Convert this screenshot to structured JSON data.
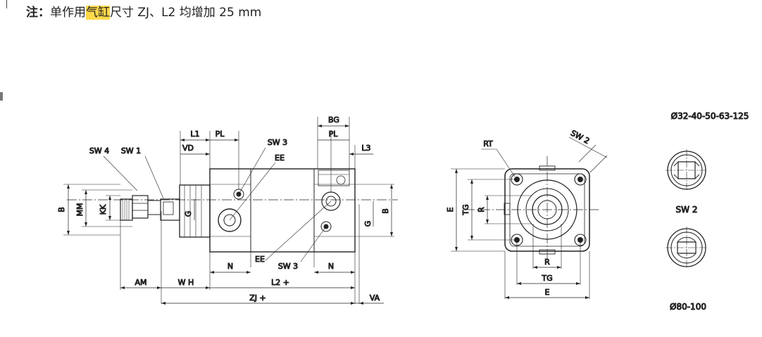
{
  "note": {
    "label": "注：",
    "text_before": "单作用",
    "highlight": "气缸",
    "text_after": "尺寸 ZJ、L2 均增加 25 mm"
  },
  "side_view": {
    "dims": {
      "BG": "BG",
      "PL_right": "PL",
      "L3": "L3",
      "L1": "L1",
      "PL_left": "PL",
      "VD": "VD",
      "SW3_top": "SW 3",
      "EE_top": "EE",
      "SW4": "SW 4",
      "SW1": "SW 1",
      "B_left": "B",
      "MM": "MM",
      "KK": "KK",
      "G_left": "G",
      "G_right": "G",
      "B_right": "B",
      "N_left": "N",
      "EE_bottom": "EE",
      "SW3_bottom": "SW 3",
      "N_right": "N",
      "AM": "AM",
      "WH": "W H",
      "L2": "L2 +",
      "ZJ": "ZJ +",
      "VA": "VA"
    }
  },
  "end_view": {
    "dims": {
      "RT": "RT",
      "SW2": "SW 2",
      "E_left": "E",
      "TG_left": "TG",
      "R_left": "R",
      "R_bottom": "R",
      "TG_bottom": "TG",
      "E_bottom": "E"
    }
  },
  "variants": {
    "label_top": "Ø32-40-50-63-125",
    "sw2": "SW 2",
    "label_bottom": "Ø80-100"
  }
}
